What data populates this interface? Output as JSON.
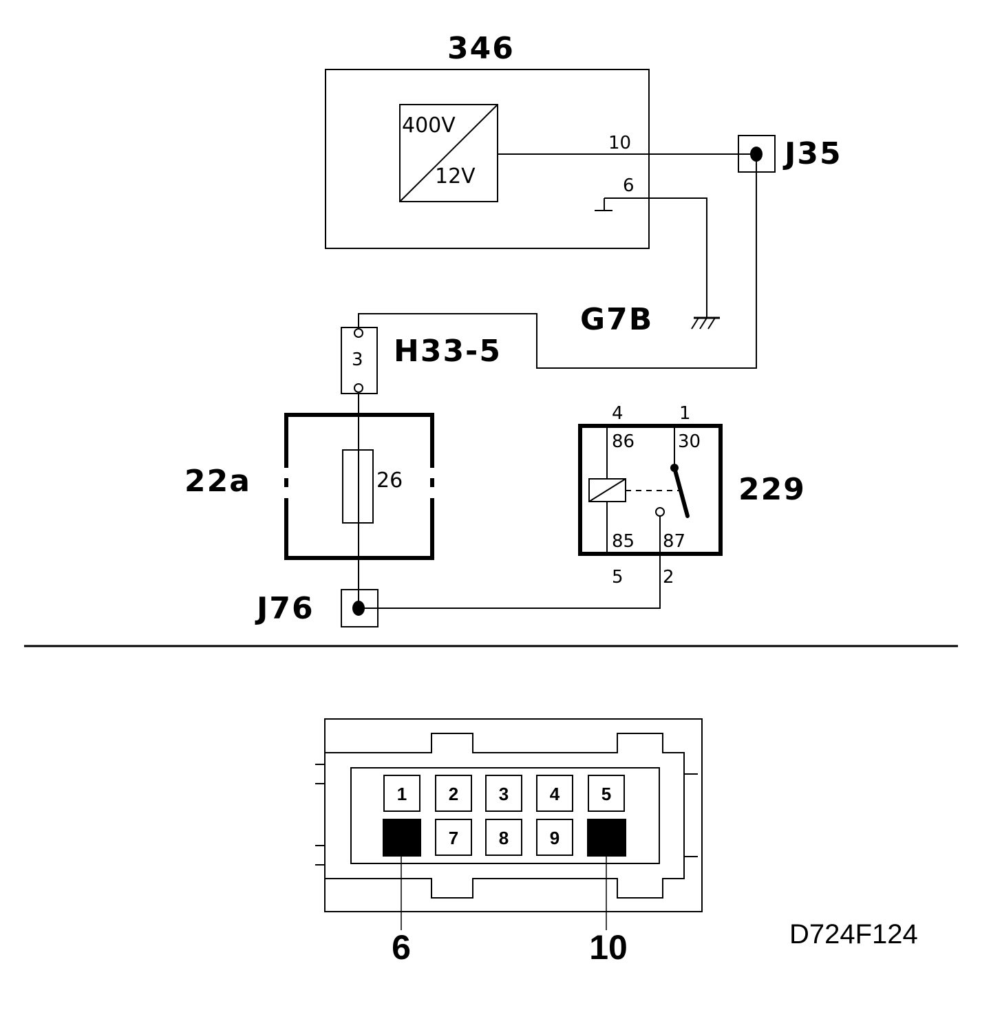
{
  "diagram": {
    "converter_module": {
      "label": "346",
      "input_voltage": "400V",
      "output_voltage": "12V",
      "pin_output": "10",
      "pin_ground": "6"
    },
    "connector_j35": {
      "label": "J35"
    },
    "ground": {
      "label": "G7B"
    },
    "connector_h33": {
      "label": "H33-5",
      "pin": "3"
    },
    "fuse_box": {
      "label": "22a",
      "fuse": "26"
    },
    "connector_j76": {
      "label": "J76"
    },
    "relay": {
      "label": "229",
      "pin_top_left": "4",
      "pin_top_right": "1",
      "term_86": "86",
      "term_30": "30",
      "term_85": "85",
      "term_87": "87",
      "pin_bottom_left": "5",
      "pin_bottom_right": "2"
    }
  },
  "connector_view": {
    "top_row": [
      "1",
      "2",
      "3",
      "4",
      "5"
    ],
    "bottom_row": [
      "",
      "7",
      "8",
      "9",
      ""
    ],
    "callouts": [
      "6",
      "10"
    ]
  },
  "reference": "D724F124"
}
